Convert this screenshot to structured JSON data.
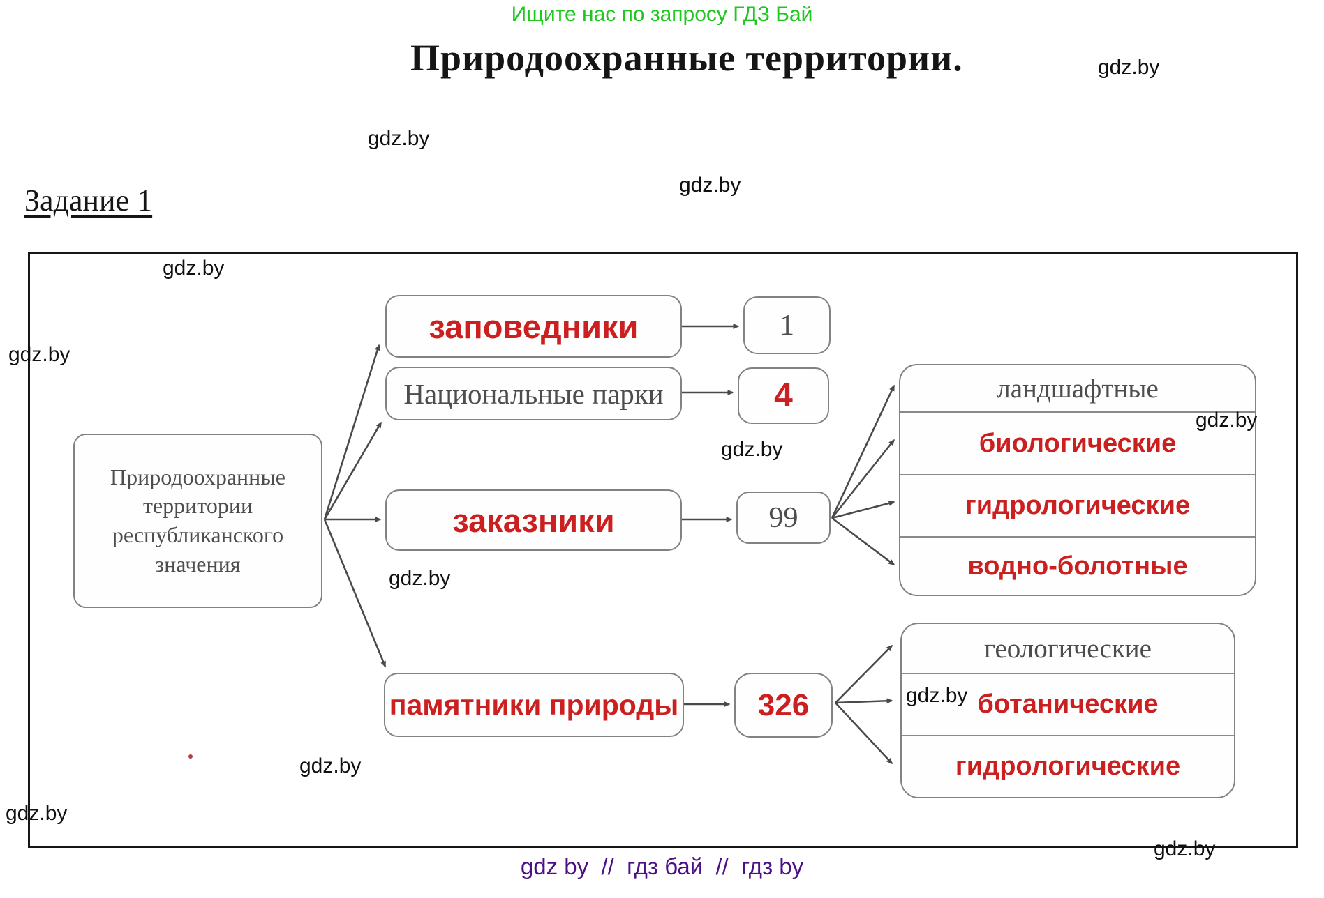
{
  "page": {
    "promo_text": "Ищите нас по запросу ГДЗ Бай",
    "title": "Природоохранные территории.",
    "task_heading": "Задание 1",
    "watermark": "gdz.by",
    "footer_text": "gdz by  //  гдз бай  //  гдз by"
  },
  "colors": {
    "promo_green": "#1ec71e",
    "accent_red": "#cc1f1f",
    "muted_gray": "#4d4d4d",
    "footer_purple": "#4b0f86",
    "frame_black": "#161616",
    "box_border_gray": "#828282",
    "arrow_gray": "#4a4a4a"
  },
  "diagram": {
    "root_label": "Природоохранные территории республиканского значения",
    "branches": [
      {
        "label": "заповедники",
        "count": "1"
      },
      {
        "label": "Национальные парки",
        "count": "4"
      },
      {
        "label": "заказники",
        "count": "99"
      },
      {
        "label": "памятники природы",
        "count": "326"
      }
    ],
    "zakazniki_types": [
      "ландшафтные",
      "биологические",
      "гидрологические",
      "водно-болотные"
    ],
    "pamyatniki_types": [
      "геологические",
      "ботанические",
      "гидрологические"
    ]
  }
}
